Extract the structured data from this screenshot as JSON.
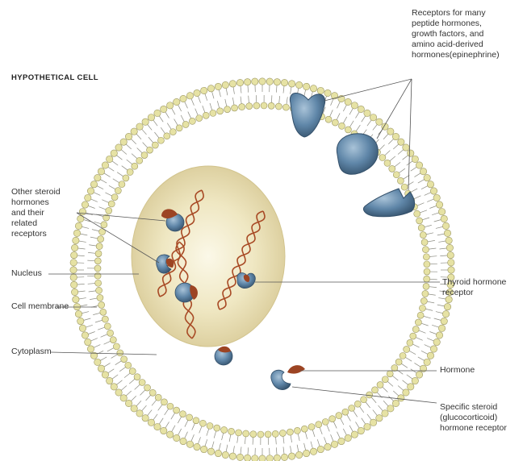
{
  "title": "HYPOTHETICAL CELL",
  "labels": {
    "membrane_receptors": "Receptors for many\npeptide hormones,\ngrowth factors, and\namino acid-derived\nhormones(epinephrine)",
    "other_steroid": "Other steroid\nhormones\nand their\nrelated\nreceptors",
    "nucleus": "Nucleus",
    "cell_membrane": "Cell membrane",
    "cytoplasm": "Cytoplasm",
    "thyroid": "Thyroid hormone\nreceptor",
    "hormone": "Hormone",
    "specific_steroid": "Specific steroid\n(glucocorticoid)\nhormone receptor"
  },
  "colors": {
    "membrane_head": "#e6e2a4",
    "membrane_head_stroke": "#9a9560",
    "membrane_tail": "#8a8a80",
    "nucleus": "#ebe2b4",
    "receptor": "#5f86a8",
    "receptor_dark": "#3e5f7d",
    "hormone": "#9c4423",
    "dna": "#a84a25",
    "leader_line": "#555555"
  }
}
